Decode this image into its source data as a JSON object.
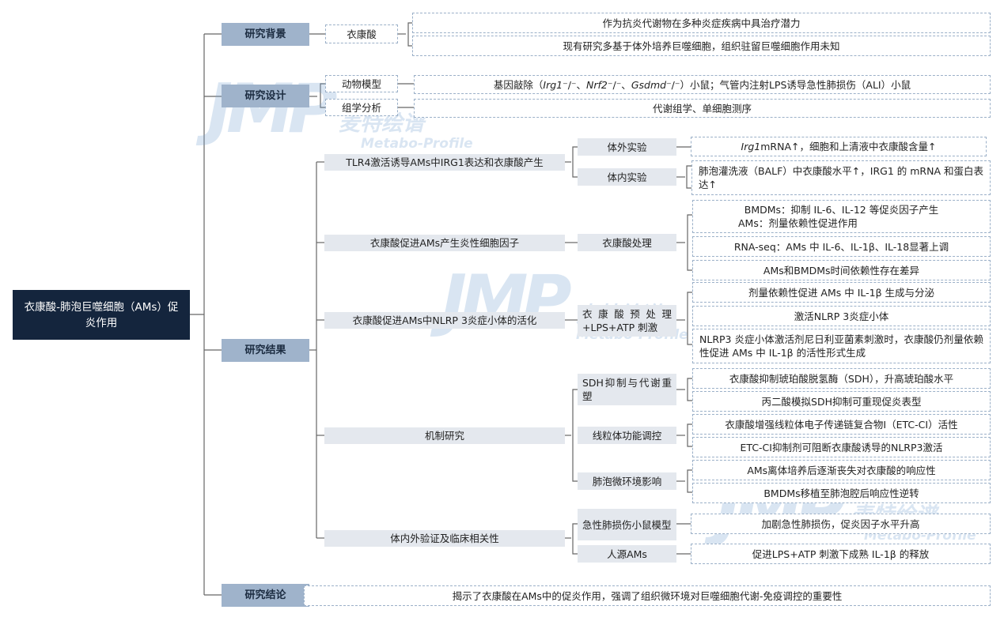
{
  "root": "衣康酸-肺泡巨噬细胞（AMs）促炎作用",
  "background": {
    "label": "研究背景",
    "topic": "衣康酸",
    "points": [
      "作为抗炎代谢物在多种炎症疾病中具治疗潜力",
      "现有研究多基于体外培养巨噬细胞，组织驻留巨噬细胞作用未知"
    ]
  },
  "design": {
    "label": "研究设计",
    "items": [
      {
        "label": "动物模型",
        "text_a": "基因敲除（",
        "gene1": "Irg1",
        "sep1": "⁻/⁻、",
        "gene2": "Nrf2",
        "sep2": "⁻/⁻、",
        "gene3": "Gsdmd",
        "text_b": "⁻/⁻）小鼠；气管内注射LPS诱导急性肺损伤（ALI）小鼠"
      },
      {
        "label": "组学分析",
        "text": "代谢组学、单细胞测序"
      }
    ]
  },
  "results": {
    "label": "研究结果",
    "sections": [
      {
        "title": "TLR4激活诱导AMs中IRG1表达和衣康酸产生",
        "subs": [
          {
            "label": "体外实验",
            "gene": "Irg1",
            "text": " mRNA↑，细胞和上清液中衣康酸含量↑"
          },
          {
            "label": "体内实验",
            "text": "肺泡灌洗液（BALF）中衣康酸水平↑，IRG1 的 mRNA 和蛋白表达↑"
          }
        ]
      },
      {
        "title": "衣康酸促进AMs产生炎性细胞因子",
        "sub": "衣康酸处理",
        "leaf1a": "BMDMs：抑制 IL-6、IL-12 等促炎因子产生",
        "leaf1b": "AMs：剂量依赖性促进作用",
        "leaf2": "RNA-seq：AMs 中 IL-6、IL-1β、IL-18显著上调",
        "leaf3": "AMs和BMDMs时间依赖性存在差异"
      },
      {
        "title": "衣康酸促进AMs中NLRP 3炎症小体的活化",
        "sub": "衣康酸预处理+LPS+ATP 刺激",
        "leaves": [
          "剂量依赖性促进 AMs 中 IL-1β 生成与分泌",
          "激活NLRP 3炎症小体",
          "NLRP3 炎症小体激活剂尼日利亚菌素刺激时，衣康酸仍剂量依赖性促进 AMs 中 IL-1β 的活性形式生成"
        ]
      },
      {
        "title": "机制研究",
        "subs": [
          {
            "label": "SDH抑制与代谢重塑",
            "leaves": [
              "衣康酸抑制琥珀酸脱氢酶（SDH），升高琥珀酸水平",
              "丙二酸模拟SDH抑制可重现促炎表型"
            ]
          },
          {
            "label": "线粒体功能调控",
            "leaves": [
              "衣康酸增强线粒体电子传递链复合物I（ETC-CI）活性",
              "ETC-CI抑制剂可阻断衣康酸诱导的NLRP3激活"
            ]
          },
          {
            "label": "肺泡微环境影响",
            "leaves": [
              "AMs离体培养后逐渐丧失对衣康酸的响应性",
              "BMDMs移植至肺泡腔后响应性逆转"
            ]
          }
        ]
      },
      {
        "title": "体内外验证及临床相关性",
        "subs": [
          {
            "label": "急性肺损伤小鼠模型",
            "leaf": "加剧急性肺损伤，促炎因子水平升高"
          },
          {
            "label": "人源AMs",
            "leaf": "促进LPS+ATP 刺激下成熟 IL-1β 的释放"
          }
        ]
      }
    ]
  },
  "conclusion": {
    "label": "研究结论",
    "text": "揭示了衣康酸在AMs中的促炎作用，强调了组织微环境对巨噬细胞代谢-免疫调控的重要性"
  },
  "watermark": {
    "brand": "麦特绘谱",
    "sub": "Metabo-Profile"
  },
  "colors": {
    "root": "#14253d",
    "level1": "#9fb3cb",
    "level2": "#e4e8ee",
    "dashed_border": "#9bb0c8",
    "watermark": "#76a0d0"
  }
}
